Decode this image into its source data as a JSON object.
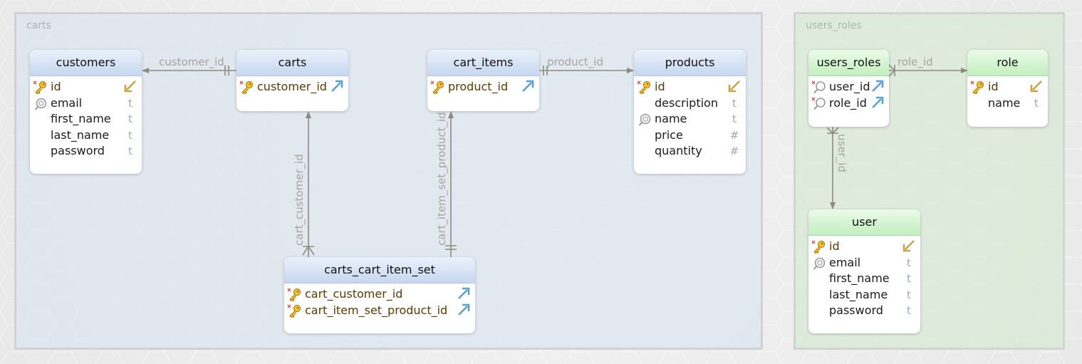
{
  "groups": {
    "carts": {
      "label": "carts"
    },
    "users_roles": {
      "label": "users_roles"
    }
  },
  "colors": {
    "carts_group_bg": "#dbe4f0",
    "users_group_bg": "#d8e9d4",
    "blue_header": "#c7d7ef",
    "green_header": "#c2efc0",
    "connector": "#8b8b80",
    "key_text": "#5a3a00",
    "type_text": "#9aa9ba"
  },
  "tables": {
    "customers": {
      "title": "customers",
      "columns": [
        {
          "name": "id",
          "icon": "primary-key-icon",
          "type": "gold-arrow-icon"
        },
        {
          "name": "email",
          "icon": "unique-index-icon",
          "type": "t"
        },
        {
          "name": "first_name",
          "icon": "",
          "type": "t"
        },
        {
          "name": "last_name",
          "icon": "",
          "type": "t"
        },
        {
          "name": "password",
          "icon": "",
          "type": "t"
        }
      ]
    },
    "carts": {
      "title": "carts",
      "columns": [
        {
          "name": "customer_id",
          "icon": "primary-key-icon",
          "type": "blue-arrow-icon"
        }
      ]
    },
    "cart_items": {
      "title": "cart_items",
      "columns": [
        {
          "name": "product_id",
          "icon": "primary-key-icon",
          "type": "blue-arrow-icon"
        }
      ]
    },
    "products": {
      "title": "products",
      "columns": [
        {
          "name": "id",
          "icon": "primary-key-icon",
          "type": "gold-arrow-icon"
        },
        {
          "name": "description",
          "icon": "",
          "type": "t"
        },
        {
          "name": "name",
          "icon": "unique-index-icon",
          "type": "t"
        },
        {
          "name": "price",
          "icon": "",
          "type": "#"
        },
        {
          "name": "quantity",
          "icon": "",
          "type": "#"
        }
      ]
    },
    "carts_cart_item_set": {
      "title": "carts_cart_item_set",
      "columns": [
        {
          "name": "cart_customer_id",
          "icon": "primary-key-icon",
          "type": "blue-arrow-icon"
        },
        {
          "name": "cart_item_set_product_id",
          "icon": "primary-key-icon",
          "type": "blue-arrow-icon"
        }
      ]
    },
    "users_roles": {
      "title": "users_roles",
      "columns": [
        {
          "name": "user_id",
          "icon": "search-index-icon",
          "type": "blue-arrow-icon"
        },
        {
          "name": "role_id",
          "icon": "search-index-icon",
          "type": "blue-arrow-icon"
        }
      ]
    },
    "role": {
      "title": "role",
      "columns": [
        {
          "name": "id",
          "icon": "primary-key-icon",
          "type": "gold-arrow-icon"
        },
        {
          "name": "name",
          "icon": "",
          "type": "t"
        }
      ]
    },
    "user": {
      "title": "user",
      "columns": [
        {
          "name": "id",
          "icon": "primary-key-icon",
          "type": "gold-arrow-icon"
        },
        {
          "name": "email",
          "icon": "unique-index-icon",
          "type": "t"
        },
        {
          "name": "first_name",
          "icon": "",
          "type": "t"
        },
        {
          "name": "last_name",
          "icon": "",
          "type": "t"
        },
        {
          "name": "password",
          "icon": "",
          "type": "t"
        }
      ]
    }
  },
  "relations": [
    {
      "id": "rel-carts-customers",
      "label": "customer_id"
    },
    {
      "id": "rel-cartitems-products",
      "label": "product_id"
    },
    {
      "id": "rel-set-carts",
      "label": "cart_customer_id"
    },
    {
      "id": "rel-set-cartitems",
      "label": "cart_item_set_product_id"
    },
    {
      "id": "rel-usersroles-role",
      "label": "role_id"
    },
    {
      "id": "rel-usersroles-user",
      "label": "user_id"
    }
  ]
}
